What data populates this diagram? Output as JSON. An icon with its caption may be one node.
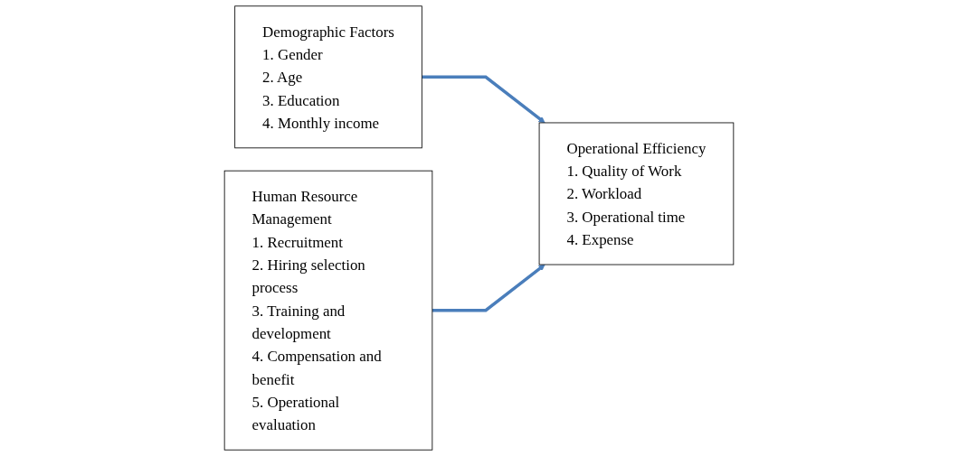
{
  "diagram": {
    "nodes": [
      {
        "text": [
          "Demographic Factors",
          "1. Gender",
          "2. Age",
          "3. Education",
          "4. Monthly income"
        ]
      },
      {
        "text": [
          "Human Resource Management",
          "1. Recruitment",
          "2. Hiring selection process",
          "3. Training and development",
          "4. Compensation and benefit",
          "5. Operational evaluation"
        ]
      },
      {
        "text": [
          "Operational Efficiency",
          "1. Quality of Work",
          "2. Workload",
          "3. Operational time",
          "4. Expense"
        ]
      }
    ],
    "edges": [
      {
        "from": 0,
        "to": 2,
        "arrow": "to"
      },
      {
        "from": 1,
        "to": 2,
        "arrow": "to"
      }
    ]
  }
}
